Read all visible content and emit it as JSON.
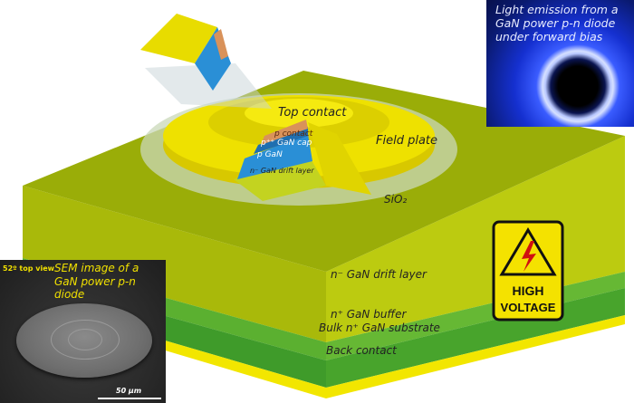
{
  "labels": {
    "top_contact": "Top contact",
    "field_plate": "Field plate",
    "p_contact": "p contact",
    "p_gan_cap": "p⁺⁺ GaN cap",
    "p_gan": "p GaN",
    "n_drift_small": "n⁻ GaN drift layer",
    "sio2": "SiO₂",
    "n_drift": "n⁻ GaN drift layer",
    "n_buffer": "n⁺ GaN buffer",
    "substrate": "Bulk n⁺ GaN substrate",
    "back_contact": "Back contact"
  },
  "warning_sign": {
    "line1": "HIGH",
    "line2": "VOLTAGE",
    "icon": "lightning-bolt-icon"
  },
  "inset_light": {
    "caption": "Light emission from a GaN power p-n diode under forward bias"
  },
  "inset_sem": {
    "view": "52º top view",
    "caption_line1": "SEM image of a",
    "caption_line2": "GaN power p-n diode",
    "scale": "50 μm"
  },
  "colors": {
    "drift": "#b7c60a",
    "buffer": "#54ad2e",
    "substrate": "#3f9b2a",
    "contact": "#f2e600",
    "p_gan": "#2a8fd6",
    "p_contact": "#d9925a"
  }
}
